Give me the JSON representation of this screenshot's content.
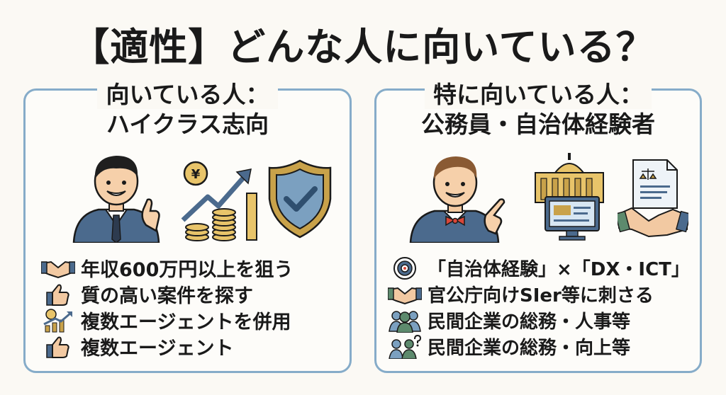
{
  "title": "【適性】どんな人に向いている？",
  "left": {
    "heading_line1": "向いている人：",
    "heading_line2": "ハイクラス志向",
    "items": [
      {
        "icon": "handshake-icon",
        "text": "年収600万円以上を狙う"
      },
      {
        "icon": "thumbs-up-icon",
        "text": "質の高い案件を探す"
      },
      {
        "icon": "growth-chart-icon",
        "text": "複数エージェントを併用"
      },
      {
        "icon": "thumbs-up-icon",
        "text": "複数エージェント"
      }
    ],
    "illustrations": [
      "businessman-thumbs-up-icon",
      "coins-growth-icon",
      "shield-check-icon"
    ],
    "colors": {
      "border": "#86acc9",
      "gold": "#c9a24a",
      "suit": "#4b6a8d"
    }
  },
  "right": {
    "heading_line1": "特に向いている人：",
    "heading_line2": "公務員・自治体経験者",
    "items": [
      {
        "icon": "target-icon",
        "text": "「自治体経験」×「DX・ICT」"
      },
      {
        "icon": "handshake-icon",
        "text": "官公庁向けSIer等に刺さる"
      },
      {
        "icon": "people-group-icon",
        "text": "民間企業の総務・人事等"
      },
      {
        "icon": "people-question-icon",
        "text": "民間企業の総務・向上等"
      }
    ],
    "illustrations": [
      "man-bowtie-pointing-icon",
      "government-building-monitor-icon",
      "contract-handshake-icon"
    ],
    "colors": {
      "border": "#86acc9",
      "tie": "#d9473a"
    }
  }
}
